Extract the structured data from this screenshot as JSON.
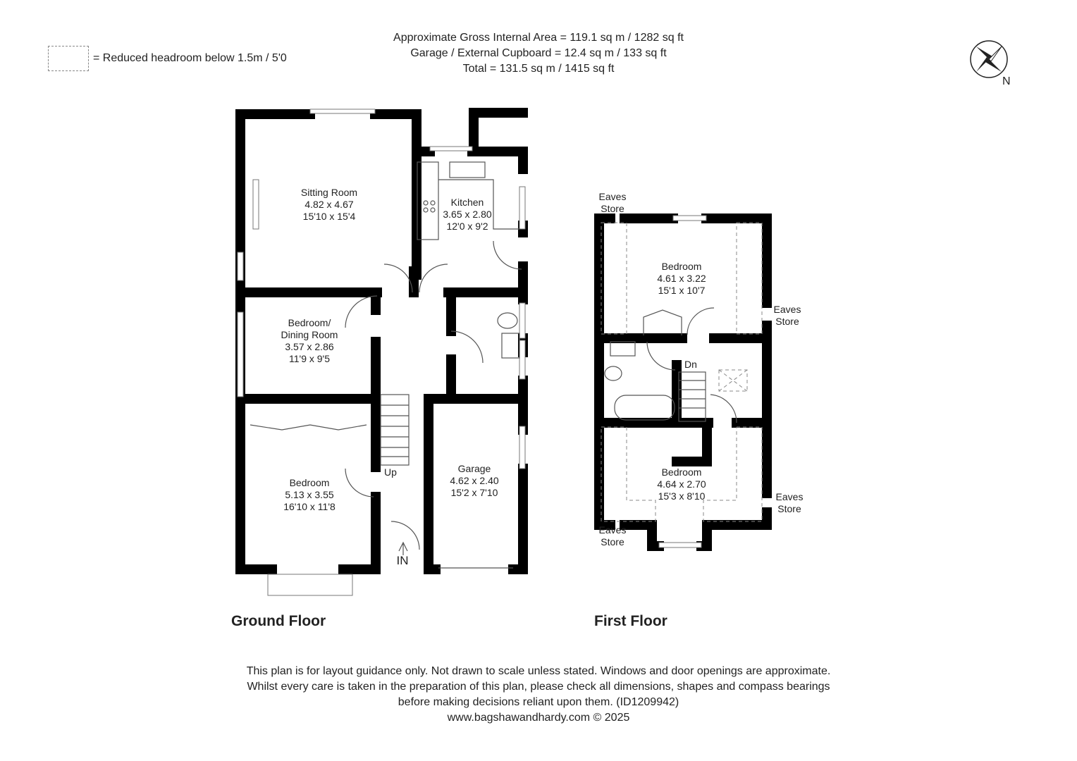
{
  "header": {
    "line1": "Approximate Gross Internal Area = 119.1 sq m / 1282 sq ft",
    "line2": "Garage / External Cupboard = 12.4 sq m / 133 sq ft",
    "line3": "Total = 131.5 sq m / 1415 sq ft"
  },
  "legend": {
    "label": "= Reduced headroom below 1.5m / 5'0"
  },
  "compass": {
    "label": "N"
  },
  "ground_floor": {
    "title": "Ground Floor",
    "rooms": [
      {
        "name": "Sitting Room",
        "metric": "4.82 x 4.67",
        "imperial": "15'10 x 15'4"
      },
      {
        "name": "Kitchen",
        "metric": "3.65 x 2.80",
        "imperial": "12'0 x 9'2"
      },
      {
        "name": "Bedroom/",
        "name2": "Dining Room",
        "metric": "3.57 x 2.86",
        "imperial": "11'9 x 9'5"
      },
      {
        "name": "Bedroom",
        "metric": "5.13 x 3.55",
        "imperial": "16'10 x 11'8"
      },
      {
        "name": "Garage",
        "metric": "4.62 x 2.40",
        "imperial": "15'2 x 7'10"
      }
    ],
    "stairs_label": "Up",
    "entrance_label": "IN"
  },
  "first_floor": {
    "title": "First Floor",
    "rooms": [
      {
        "name": "Bedroom",
        "metric": "4.61 x 3.22",
        "imperial": "15'1 x 10'7"
      },
      {
        "name": "Bedroom",
        "metric": "4.64 x 2.70",
        "imperial": "15'3 x 8'10"
      }
    ],
    "stairs_label": "Dn",
    "eaves": [
      {
        "l1": "Eaves",
        "l2": "Store"
      },
      {
        "l1": "Eaves",
        "l2": "Store"
      },
      {
        "l1": "Eaves",
        "l2": "Store"
      },
      {
        "l1": "Eaves",
        "l2": "Store"
      }
    ]
  },
  "disclaimer": {
    "line1": "This plan is for layout guidance only. Not drawn to scale unless stated. Windows and door openings are approximate.",
    "line2": "Whilst every care is taken in the preparation of this plan, please check all dimensions, shapes and compass bearings",
    "line3": "before making decisions reliant upon them. (ID1209942)",
    "line4": "www.bagshawandhardy.com © 2025"
  }
}
